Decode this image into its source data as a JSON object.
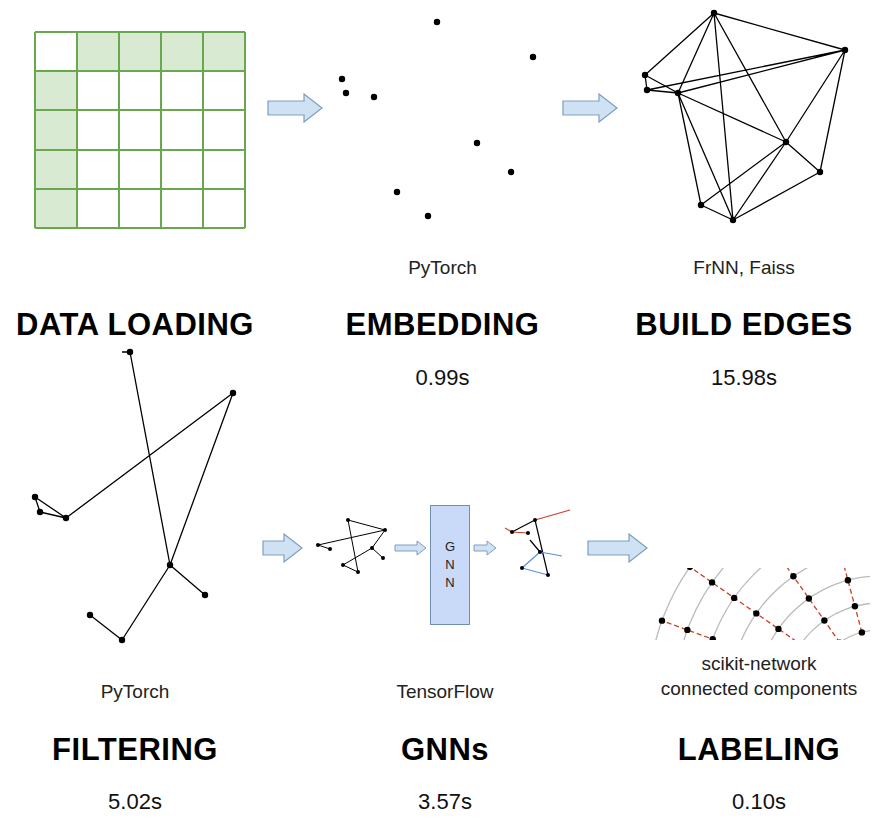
{
  "diagram": {
    "nodes": [
      {
        "text": [
          "DATA LOADING"
        ]
      },
      {
        "text": [
          "PyTorch",
          "EMBEDDING",
          "0.99s"
        ]
      },
      {
        "text": [
          "FrNN, Faiss",
          "BUILD EDGES",
          "15.98s"
        ]
      },
      {
        "text": [
          "PyTorch",
          "FILTERING",
          "5.02s"
        ]
      },
      {
        "text": [
          "TensorFlow",
          "GNNs",
          "3.57s"
        ]
      },
      {
        "text": [
          "G N N"
        ],
        "in": 4
      },
      {
        "text": [
          "scikit-network connected components",
          "LABELING",
          "0.10s"
        ]
      }
    ],
    "edges": [
      {
        "from": 0,
        "to": 1,
        "arrow": "to"
      },
      {
        "from": 1,
        "to": 2,
        "arrow": "to"
      },
      {
        "from": 3,
        "to": 4,
        "arrow": "to"
      },
      {
        "from": 4,
        "to": 6,
        "arrow": "to"
      }
    ]
  }
}
